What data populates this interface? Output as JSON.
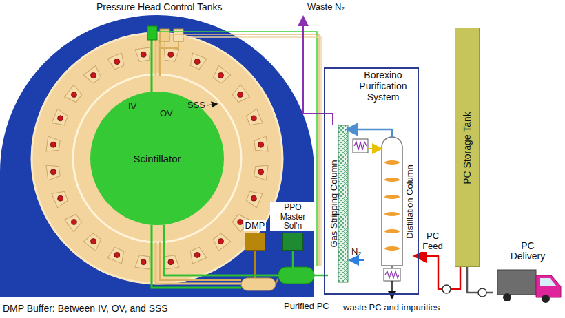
{
  "diagram": {
    "nodes": [
      {
        "text": [
          "Scintillator"
        ]
      },
      {
        "text": [
          "DMP"
        ]
      },
      {
        "text": [
          "PPO Master Sol'n"
        ]
      },
      {
        "text": [
          "Borexino Purification System"
        ]
      },
      {
        "text": [
          "Gas Stripping Column"
        ],
        "in": 3
      },
      {
        "text": [
          "Distillation Column"
        ],
        "in": 3
      },
      {
        "text": [
          "PC Storage Tank"
        ]
      },
      {
        "text": [
          "PC Delivery"
        ]
      }
    ],
    "edges": [
      {
        "from": 7,
        "to": 6,
        "arrow": "none"
      },
      {
        "from": 6,
        "to": 5,
        "label": "PC Feed",
        "arrow": "to"
      },
      {
        "from": 5,
        "to": 4,
        "arrow": "to"
      },
      {
        "from": 4,
        "to": 0,
        "arrow": "none"
      },
      {
        "from": 2,
        "to": 0,
        "arrow": "none"
      }
    ],
    "labels": [
      "Pressure Head Control Tanks",
      "Waste N₂",
      "IV",
      "OV",
      "SSS",
      "N₂",
      "DMP Buffer: Between IV, OV, and SSS",
      "Purified PC",
      "waste PC and impurities"
    ]
  }
}
